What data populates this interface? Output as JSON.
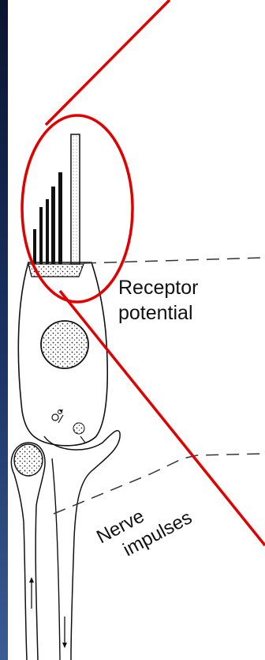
{
  "labels": {
    "receptor_line1": "Receptor",
    "receptor_line2": "potential",
    "nerve_line1": "Nerve",
    "nerve_line2": "impulses"
  },
  "colors": {
    "frame_dark": "#0a1530",
    "frame_blue": "#2f4f86",
    "highlight_red": "#e00000",
    "ink": "#111111",
    "paper": "#ffffff"
  }
}
